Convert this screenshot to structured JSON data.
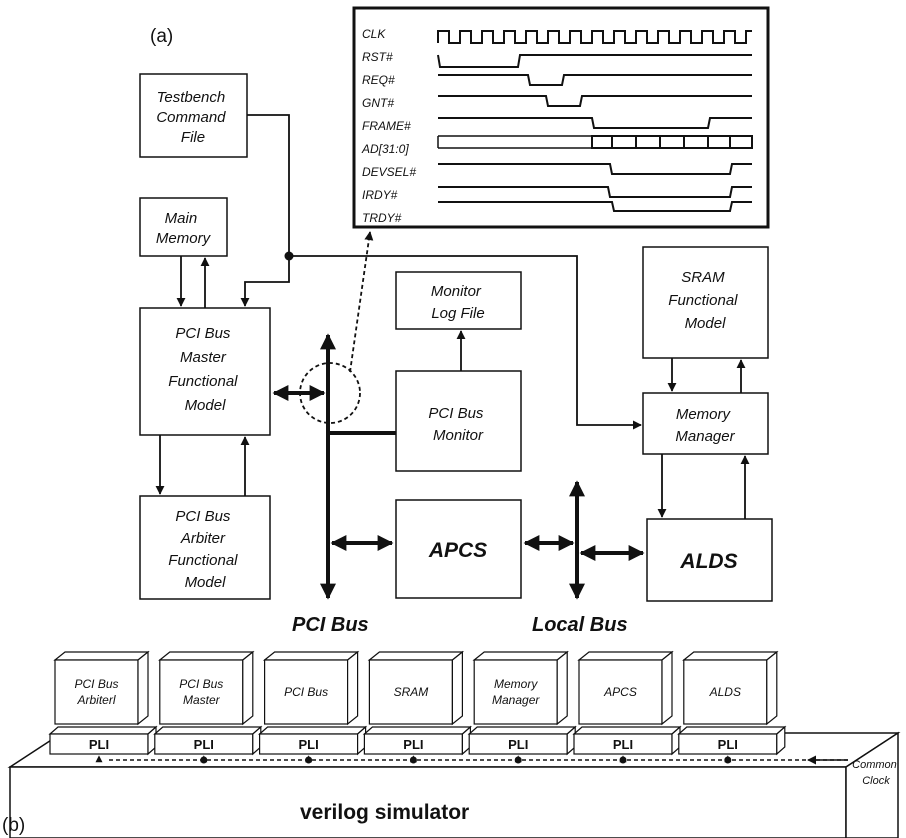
{
  "labels": {
    "part_a": "(a)",
    "part_b": "(b)",
    "pci_bus": "PCI Bus",
    "local_bus": "Local Bus",
    "common_clock": [
      "Common",
      "Clock"
    ],
    "simulator": "verilog simulator"
  },
  "blocks": {
    "testbench": [
      "Testbench",
      "Command",
      "File"
    ],
    "main_memory": [
      "Main",
      "Memory"
    ],
    "pci_master": [
      "PCI Bus",
      "Master",
      "Functional",
      "Model"
    ],
    "pci_arbiter": [
      "PCI Bus",
      "Arbiter",
      "Functional",
      "Model"
    ],
    "monitor_log": [
      "Monitor",
      "Log File"
    ],
    "pci_monitor": [
      "PCI Bus",
      "Monitor"
    ],
    "sram": [
      "SRAM",
      "Functional",
      "Model"
    ],
    "memory_manager": [
      "Memory",
      "Manager"
    ],
    "apcs": "APCS",
    "alds": "ALDS"
  },
  "waveform": {
    "signals": [
      "CLK",
      "RST#",
      "REQ#",
      "GNT#",
      "FRAME#",
      "AD[31:0]",
      "DEVSEL#",
      "IRDY#",
      "TRDY#"
    ]
  },
  "modules": [
    {
      "name": [
        "PCI Bus",
        "Arbiterl"
      ],
      "pli": "PLI"
    },
    {
      "name": [
        "PCI Bus",
        "Master"
      ],
      "pli": "PLI"
    },
    {
      "name": [
        "PCI Bus"
      ],
      "pli": "PLI"
    },
    {
      "name": [
        "SRAM"
      ],
      "pli": "PLI"
    },
    {
      "name": [
        "Memory",
        "Manager"
      ],
      "pli": "PLI"
    },
    {
      "name": [
        "APCS"
      ],
      "pli": "PLI"
    },
    {
      "name": [
        "ALDS"
      ],
      "pli": "PLI"
    }
  ]
}
